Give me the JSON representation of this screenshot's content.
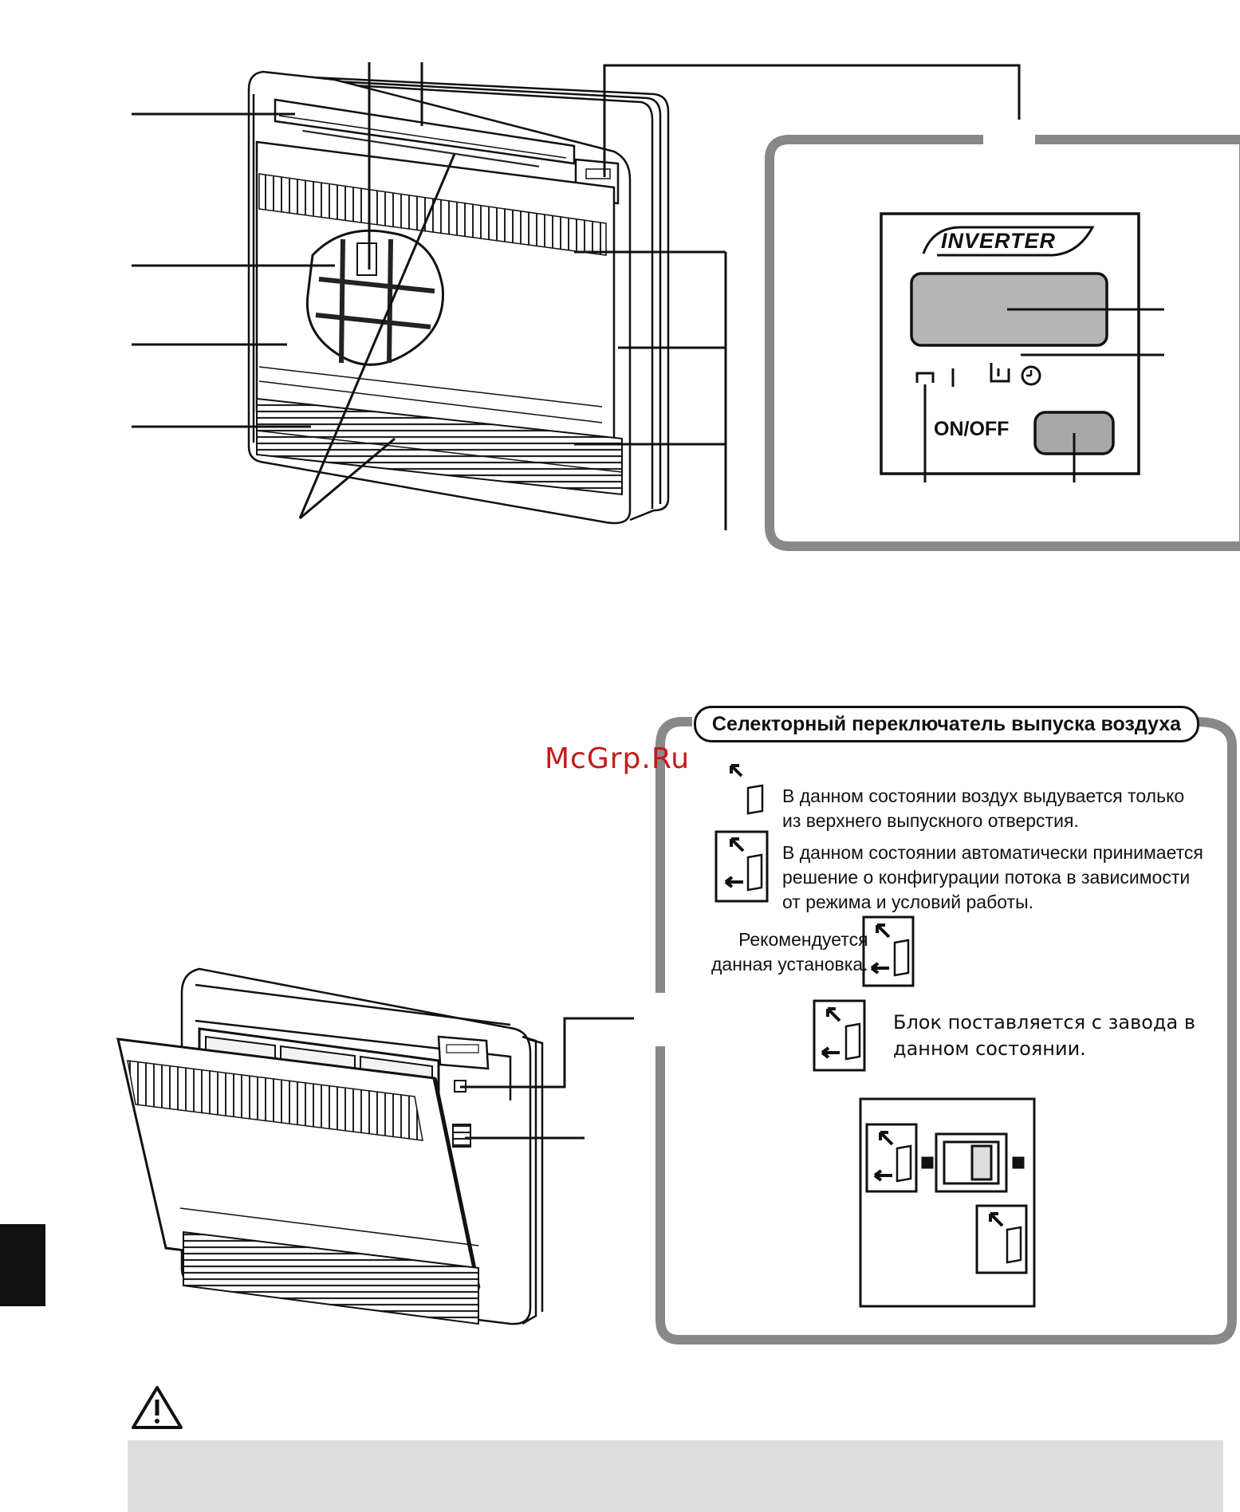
{
  "watermark": "McGrp.Ru",
  "control_panel": {
    "brand_logo": "INVERTER",
    "onoff_label": "ON/OFF"
  },
  "outlet_selector": {
    "title": "Селекторный переключатель выпуска воздуха",
    "state_upper_line1": "В данном состоянии воздух выдувается только",
    "state_upper_line2": "из верхнего выпускного отверстия.",
    "state_auto_line1": "В данном состоянии автоматически принимается",
    "state_auto_line2": "решение о конфигурации потока в зависимости",
    "state_auto_line3": "от режима и условий работы.",
    "recommended_line1": "Рекомендуется",
    "recommended_line2": "данная установка.",
    "factory_line1": "Блок поставляется с завода в",
    "factory_line2": "данном состоянии."
  }
}
